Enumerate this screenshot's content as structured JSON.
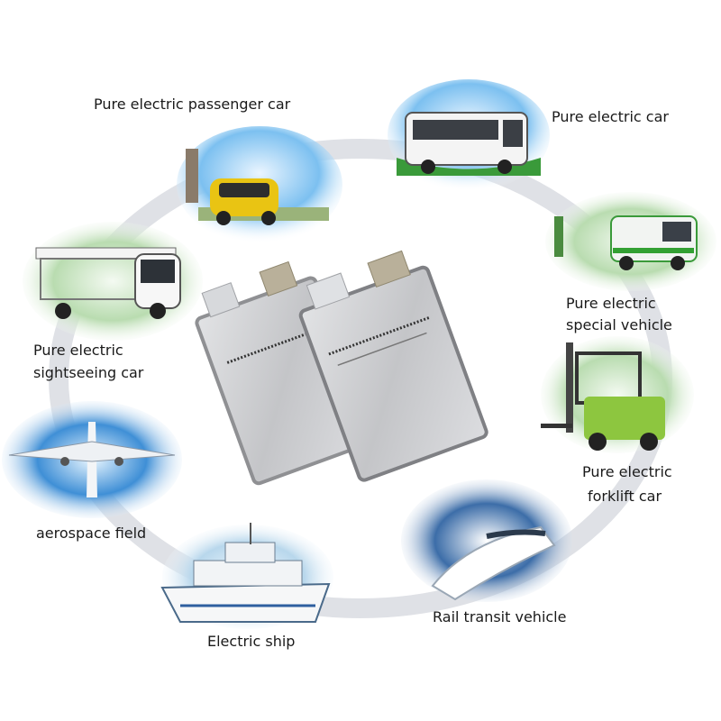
{
  "applications": [
    {
      "id": "passenger",
      "label": "Pure electric passenger car"
    },
    {
      "id": "bus",
      "label": "Pure electric car"
    },
    {
      "id": "special",
      "label_line1": "Pure electric",
      "label_line2": "special vehicle"
    },
    {
      "id": "forklift",
      "label_line1": "Pure electric",
      "label_line2": "forklift car"
    },
    {
      "id": "rail",
      "label": "Rail transit vehicle"
    },
    {
      "id": "ship",
      "label": "Electric ship"
    },
    {
      "id": "aero",
      "label": "aerospace field"
    },
    {
      "id": "sightseeing",
      "label_line1": "Pure electric",
      "label_line2": "sightseeing car"
    }
  ],
  "colors": {
    "ring": "#d9dbe0",
    "sky": "#5aa9e6",
    "cell": "#c9cacc",
    "tab_silver": "#d7d9dc",
    "tab_bronze": "#b9b09a"
  }
}
